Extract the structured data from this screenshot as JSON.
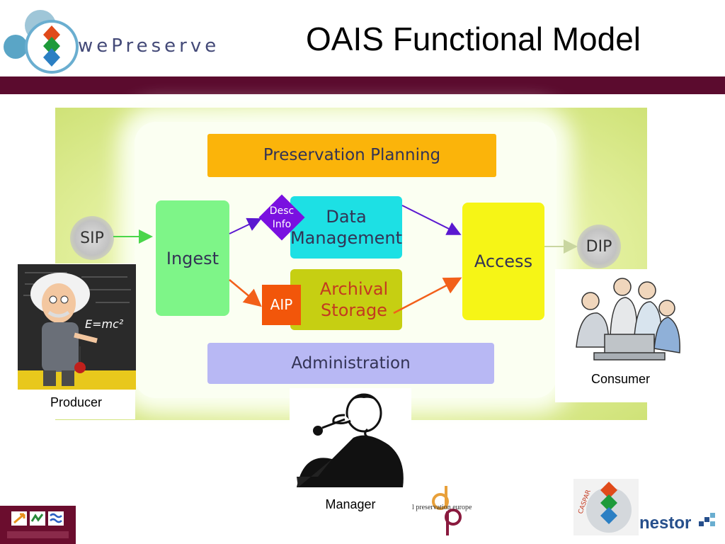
{
  "header": {
    "brand_name": "wePreserve",
    "title": "OAIS Functional Model"
  },
  "diagram": {
    "preservation_planning": "Preservation Planning",
    "ingest": "Ingest",
    "data_management": "Data Management",
    "archival_storage": "Archival Storage",
    "access": "Access",
    "administration": "Administration",
    "desc_info": "Desc Info",
    "aip": "AIP",
    "sip": "SIP",
    "dip": "DIP"
  },
  "people": {
    "producer": "Producer",
    "consumer": "Consumer",
    "manager": "Manager"
  },
  "footer": {
    "dpe_text": "l preservation europe",
    "caspar_text": "CASPAR",
    "nestor_text": "nestor"
  },
  "colors": {
    "header_bar": "#5b0b2e",
    "preservation_planning": "#fbb40a",
    "ingest": "#7ef588",
    "data_management": "#1de0e4",
    "archival_storage": "#c6cf12",
    "access": "#f6f516",
    "administration": "#b8b8f4",
    "desc_info": "#7a10e0",
    "aip": "#f2560a"
  },
  "icons": [
    "wepreserve-logo",
    "producer-illustration",
    "consumer-illustration",
    "manager-illustration",
    "dpe-logo",
    "caspar-logo",
    "nestor-logo"
  ]
}
